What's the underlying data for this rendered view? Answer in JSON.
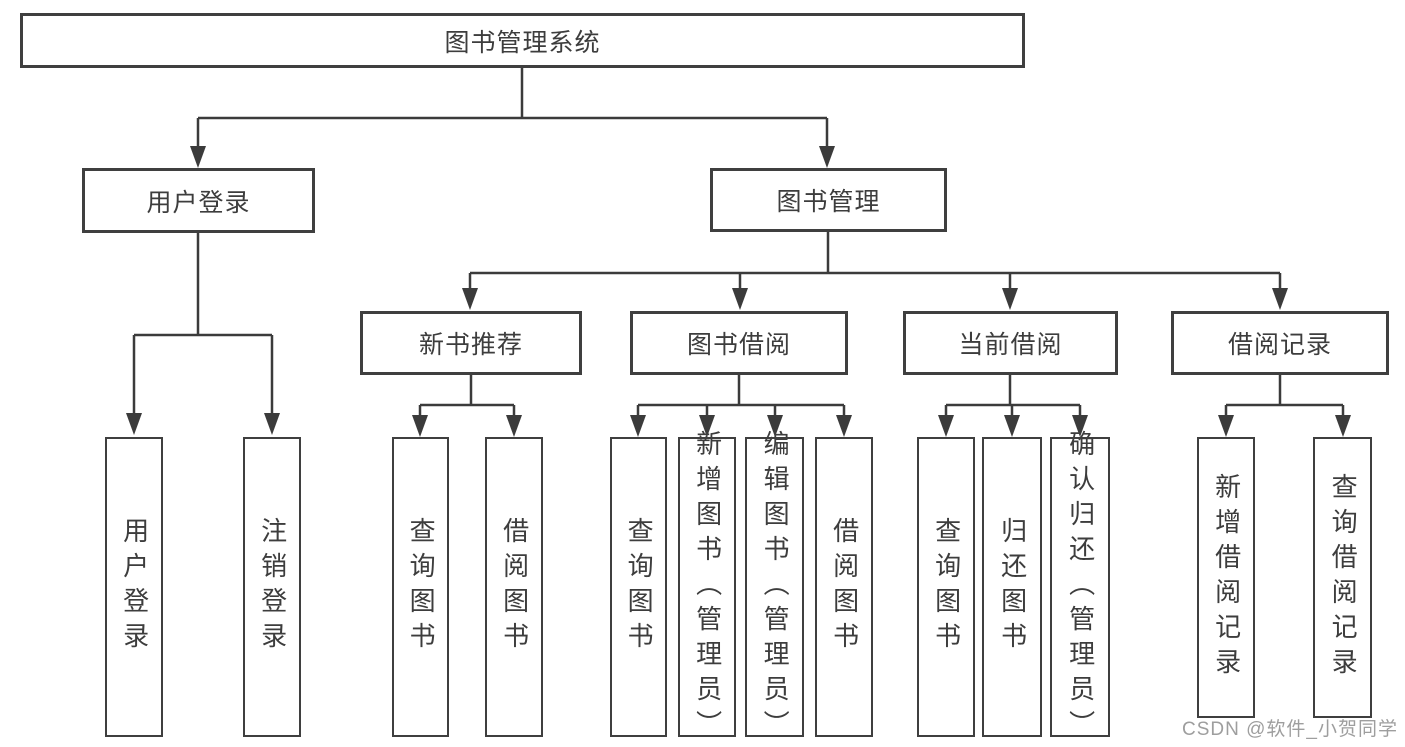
{
  "diagram": {
    "title": "图书管理系统",
    "type": "hierarchy-tree"
  },
  "tree": {
    "root": {
      "label": "图书管理系统"
    },
    "branches": [
      {
        "label": "用户登录",
        "children": [
          {
            "label": "用户登录"
          },
          {
            "label": "注销登录"
          }
        ]
      },
      {
        "label": "图书管理",
        "children": [
          {
            "label": "新书推荐",
            "children": [
              {
                "label": "查询图书"
              },
              {
                "label": "借阅图书"
              }
            ]
          },
          {
            "label": "图书借阅",
            "children": [
              {
                "label": "查询图书"
              },
              {
                "label": "新增图书（管理员）"
              },
              {
                "label": "编辑图书（管理员）"
              },
              {
                "label": "借阅图书"
              }
            ]
          },
          {
            "label": "当前借阅",
            "children": [
              {
                "label": "查询图书"
              },
              {
                "label": "归还图书"
              },
              {
                "label": "确认归还（管理员）"
              }
            ]
          },
          {
            "label": "借阅记录",
            "children": [
              {
                "label": "新增借阅记录"
              },
              {
                "label": "查询借阅记录"
              }
            ]
          }
        ]
      }
    ]
  },
  "watermark": {
    "text": "CSDN @软件_小贺同学"
  },
  "colors": {
    "line": "#3b3b3b",
    "border": "#3f3f3f",
    "text": "#3d3d3d",
    "watermark": "#9e9e9e",
    "background": "#ffffff"
  }
}
